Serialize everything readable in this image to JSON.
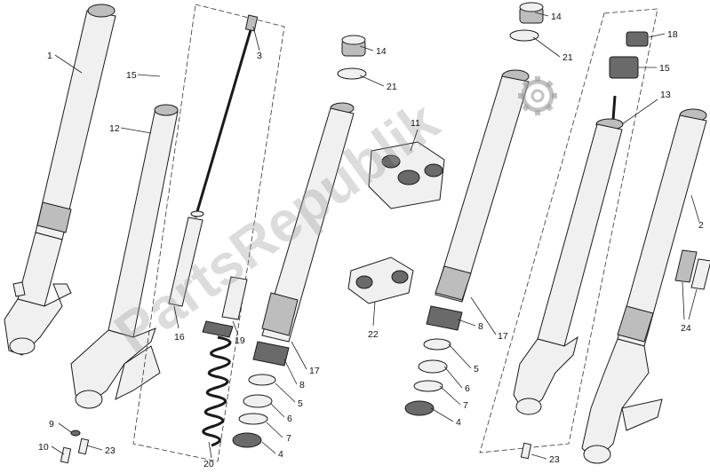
{
  "watermark": {
    "text": "PartsRepublik",
    "icon": "gear-icon"
  },
  "callouts": [
    "1",
    "15",
    "12",
    "3",
    "14",
    "21",
    "16",
    "19",
    "20",
    "17",
    "8",
    "5",
    "6",
    "7",
    "4",
    "9",
    "10",
    "23",
    "11",
    "22",
    "18",
    "13",
    "2",
    "24"
  ]
}
